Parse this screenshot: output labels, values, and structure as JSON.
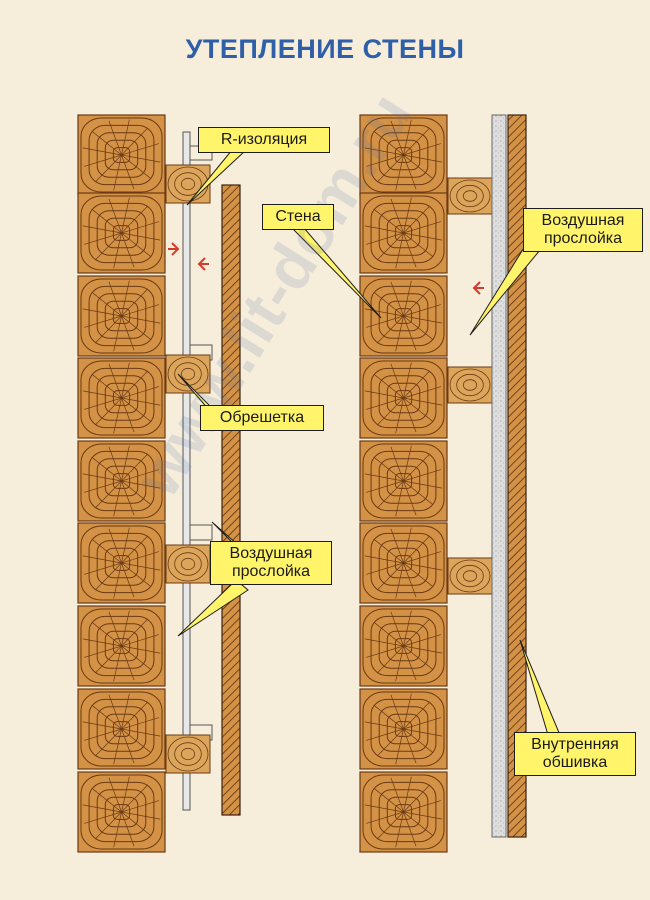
{
  "title": "УТЕПЛЕНИЕ СТЕНЫ",
  "watermark": "www.lit-dom.ru",
  "colors": {
    "background": "#f6eedb",
    "title": "#2f5fa8",
    "wood": "#d39245",
    "wood_ring": "#6b3a14",
    "callout": "#fff46a",
    "insulation": "#dcdcdc",
    "arrow": "#d63a2a"
  },
  "labels": {
    "r_insulation": "R-изоляция",
    "lathing": "Обрешетка",
    "air_gap_left": [
      "Воздушная",
      "прослойка"
    ],
    "wall": "Стена",
    "air_gap_right": [
      "Воздушная",
      "прослойка"
    ],
    "inner_lining": [
      "Внутренняя",
      "обшивка"
    ]
  }
}
